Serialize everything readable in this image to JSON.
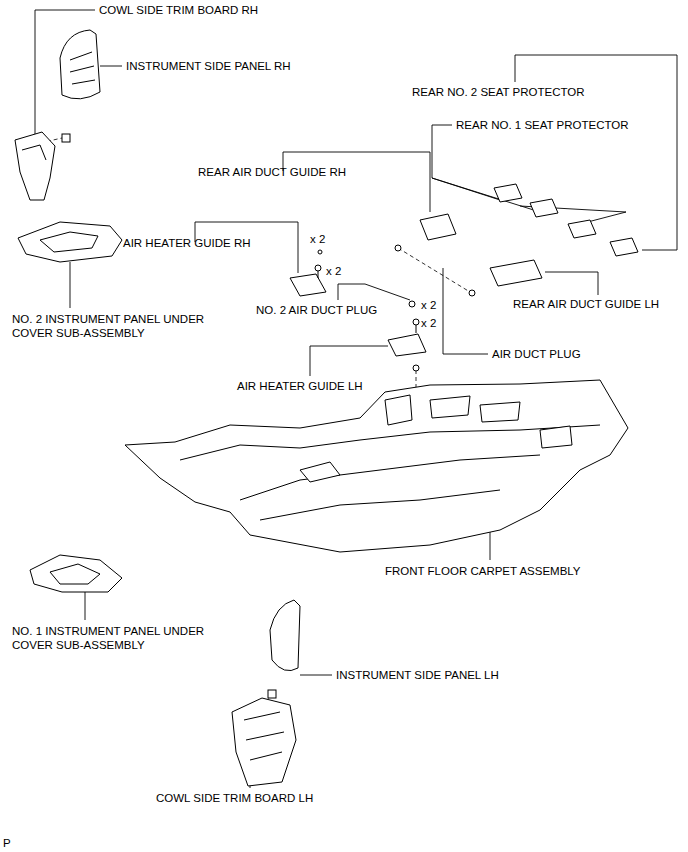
{
  "diagram": {
    "labels": [
      "COWL SIDE TRIM BOARD RH",
      "INSTRUMENT SIDE PANEL RH",
      "REAR NO. 2 SEAT PROTECTOR",
      "REAR NO. 1 SEAT PROTECTOR",
      "REAR AIR DUCT GUIDE RH",
      "AIR HEATER GUIDE RH",
      "x 2",
      "x 2",
      "NO. 2 AIR DUCT PLUG",
      "x 2",
      "x 2",
      "REAR AIR DUCT GUIDE LH",
      "NO. 2 INSTRUMENT PANEL UNDER COVER SUB-ASSEMBLY",
      "AIR DUCT PLUG",
      "AIR HEATER GUIDE LH",
      "FRONT FLOOR CARPET ASSEMBLY",
      "NO. 1 INSTRUMENT PANEL UNDER COVER SUB-ASSEMBLY",
      "INSTRUMENT SIDE PANEL LH",
      "COWL SIDE TRIM BOARD LH",
      "P"
    ]
  }
}
